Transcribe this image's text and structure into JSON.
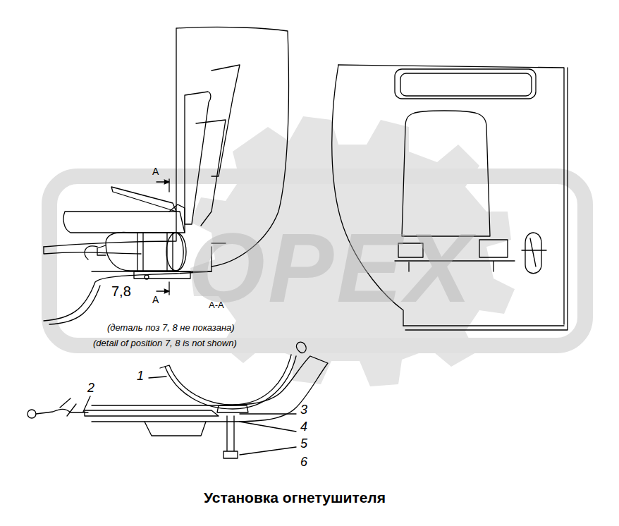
{
  "diagram": {
    "title": "Установка огнетушителя",
    "labels": [
      "OPEX",
      "A",
      "A",
      "7,8",
      "A-A",
      "(деталь поз 7, 8 не показана)",
      "(detail of position 7, 8 is not shown)",
      "1",
      "2",
      "3",
      "4",
      "5",
      "6"
    ]
  }
}
